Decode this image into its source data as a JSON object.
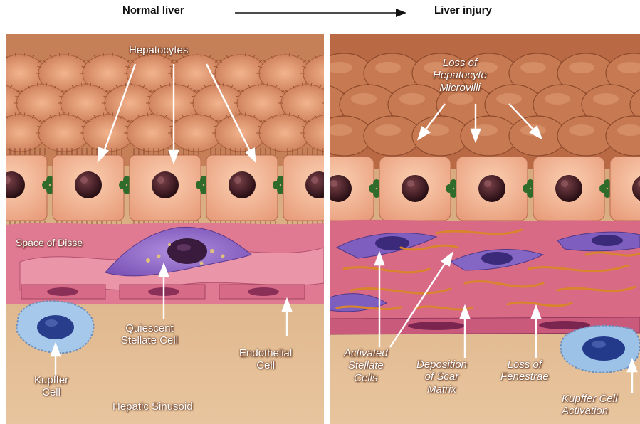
{
  "header": {
    "left_title": "Normal liver",
    "right_title": "Liver injury"
  },
  "normal_labels": {
    "hepatocytes": "Hepatocytes",
    "space_of_disse": "Space of Disse",
    "quiescent_line1": "Quiescent",
    "quiescent_line2": "Stellate Cell",
    "endothelial_line1": "Endothelial",
    "endothelial_line2": "Cell",
    "kupffer_line1": "Kupffer",
    "kupffer_line2": "Cell",
    "sinusoid": "Hepatic Sinusoid"
  },
  "injury_labels": {
    "microvilli_line1": "Loss of",
    "microvilli_line2": "Hepatocyte",
    "microvilli_line3": "Microvilli",
    "activated_line1": "Activated",
    "activated_line2": "Stellate",
    "activated_line3": "Cells",
    "scar_line1": "Deposition",
    "scar_line2": "of Scar",
    "scar_line3": "Matrix",
    "fenestrae_line1": "Loss of",
    "fenestrae_line2": "Fenestrae",
    "kupffer_line1": "Kupffer Cell",
    "kupffer_line2": "Activation"
  },
  "colors": {
    "hepatocyte": "#f2b28c",
    "nucleus": "#3a1a1e",
    "stellate_normal": "#9b72c9",
    "stellate_activated": "#7a5db8",
    "endothelium": "#d86a8c",
    "kupffer": "#8fb7e0",
    "sinusoid": "#d9a576",
    "scar": "#d2802e",
    "junction": "#2f6b2a"
  }
}
